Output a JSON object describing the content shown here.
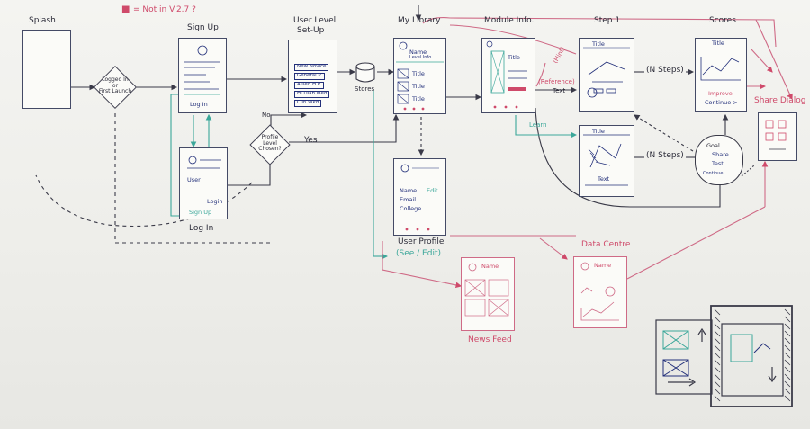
{
  "legend": {
    "marker": "■",
    "text": "= Not in V.2.7 ?"
  },
  "screens": {
    "splash": {
      "title": "Splash"
    },
    "signup": {
      "title": "Sign Up",
      "login_label": "Log In"
    },
    "login": {
      "title": "Log In",
      "user_field": "User",
      "login_btn": "Login",
      "signup_link": "Sign Up"
    },
    "user_level": {
      "title_line1": "User Level",
      "title_line2": "Set-Up",
      "options": [
        "New Novice",
        "General P.",
        "Allied H.P.",
        "Hi Diab Med",
        "Clin Wkd"
      ]
    },
    "library": {
      "title": "My Library",
      "name": "Name",
      "sub": "Level Info",
      "items": [
        "Title",
        "Title",
        "Title"
      ]
    },
    "module": {
      "title": "Module Info.",
      "item_title": "Title"
    },
    "step1": {
      "title": "Step 1",
      "card_title": "Title"
    },
    "step1b": {
      "card_title": "Title",
      "text_btn": "Text"
    },
    "scores": {
      "title": "Scores",
      "card_title": "Title",
      "improve": "Improve",
      "continue": "Continue >"
    },
    "profile": {
      "title": "User Profile",
      "subtitle": "(See / Edit)",
      "fields": [
        "Name",
        "Email",
        "College"
      ],
      "edit": "Edit"
    },
    "newsfeed": {
      "title": "News Feed",
      "name": "Name"
    },
    "datacentre": {
      "title": "Data Centre",
      "name": "Name"
    },
    "share": {
      "title": "Share Dialog"
    },
    "stores": {
      "label": "Stores"
    }
  },
  "decisions": {
    "logged_in": "Logged In\nor\nFirst Launch",
    "profile_level": "Profile\nLevel\nChosen?"
  },
  "flow_labels": {
    "no": "No",
    "yes": "Yes",
    "learn": "Learn",
    "text": "Text",
    "reference": "(Reference)",
    "hint": "(Hint)",
    "n_steps_1": "(N Steps)",
    "n_steps_2": "(N Steps)",
    "goal_line1": "Goal",
    "goal_line2": "Share",
    "goal_line3": "Test",
    "goal_line4": "Continue"
  },
  "colors": {
    "ink": "#2b2b38",
    "blue": "#23307a",
    "red": "#cf4a6a",
    "teal": "#3ba79a",
    "board": "#f1f1ee"
  }
}
